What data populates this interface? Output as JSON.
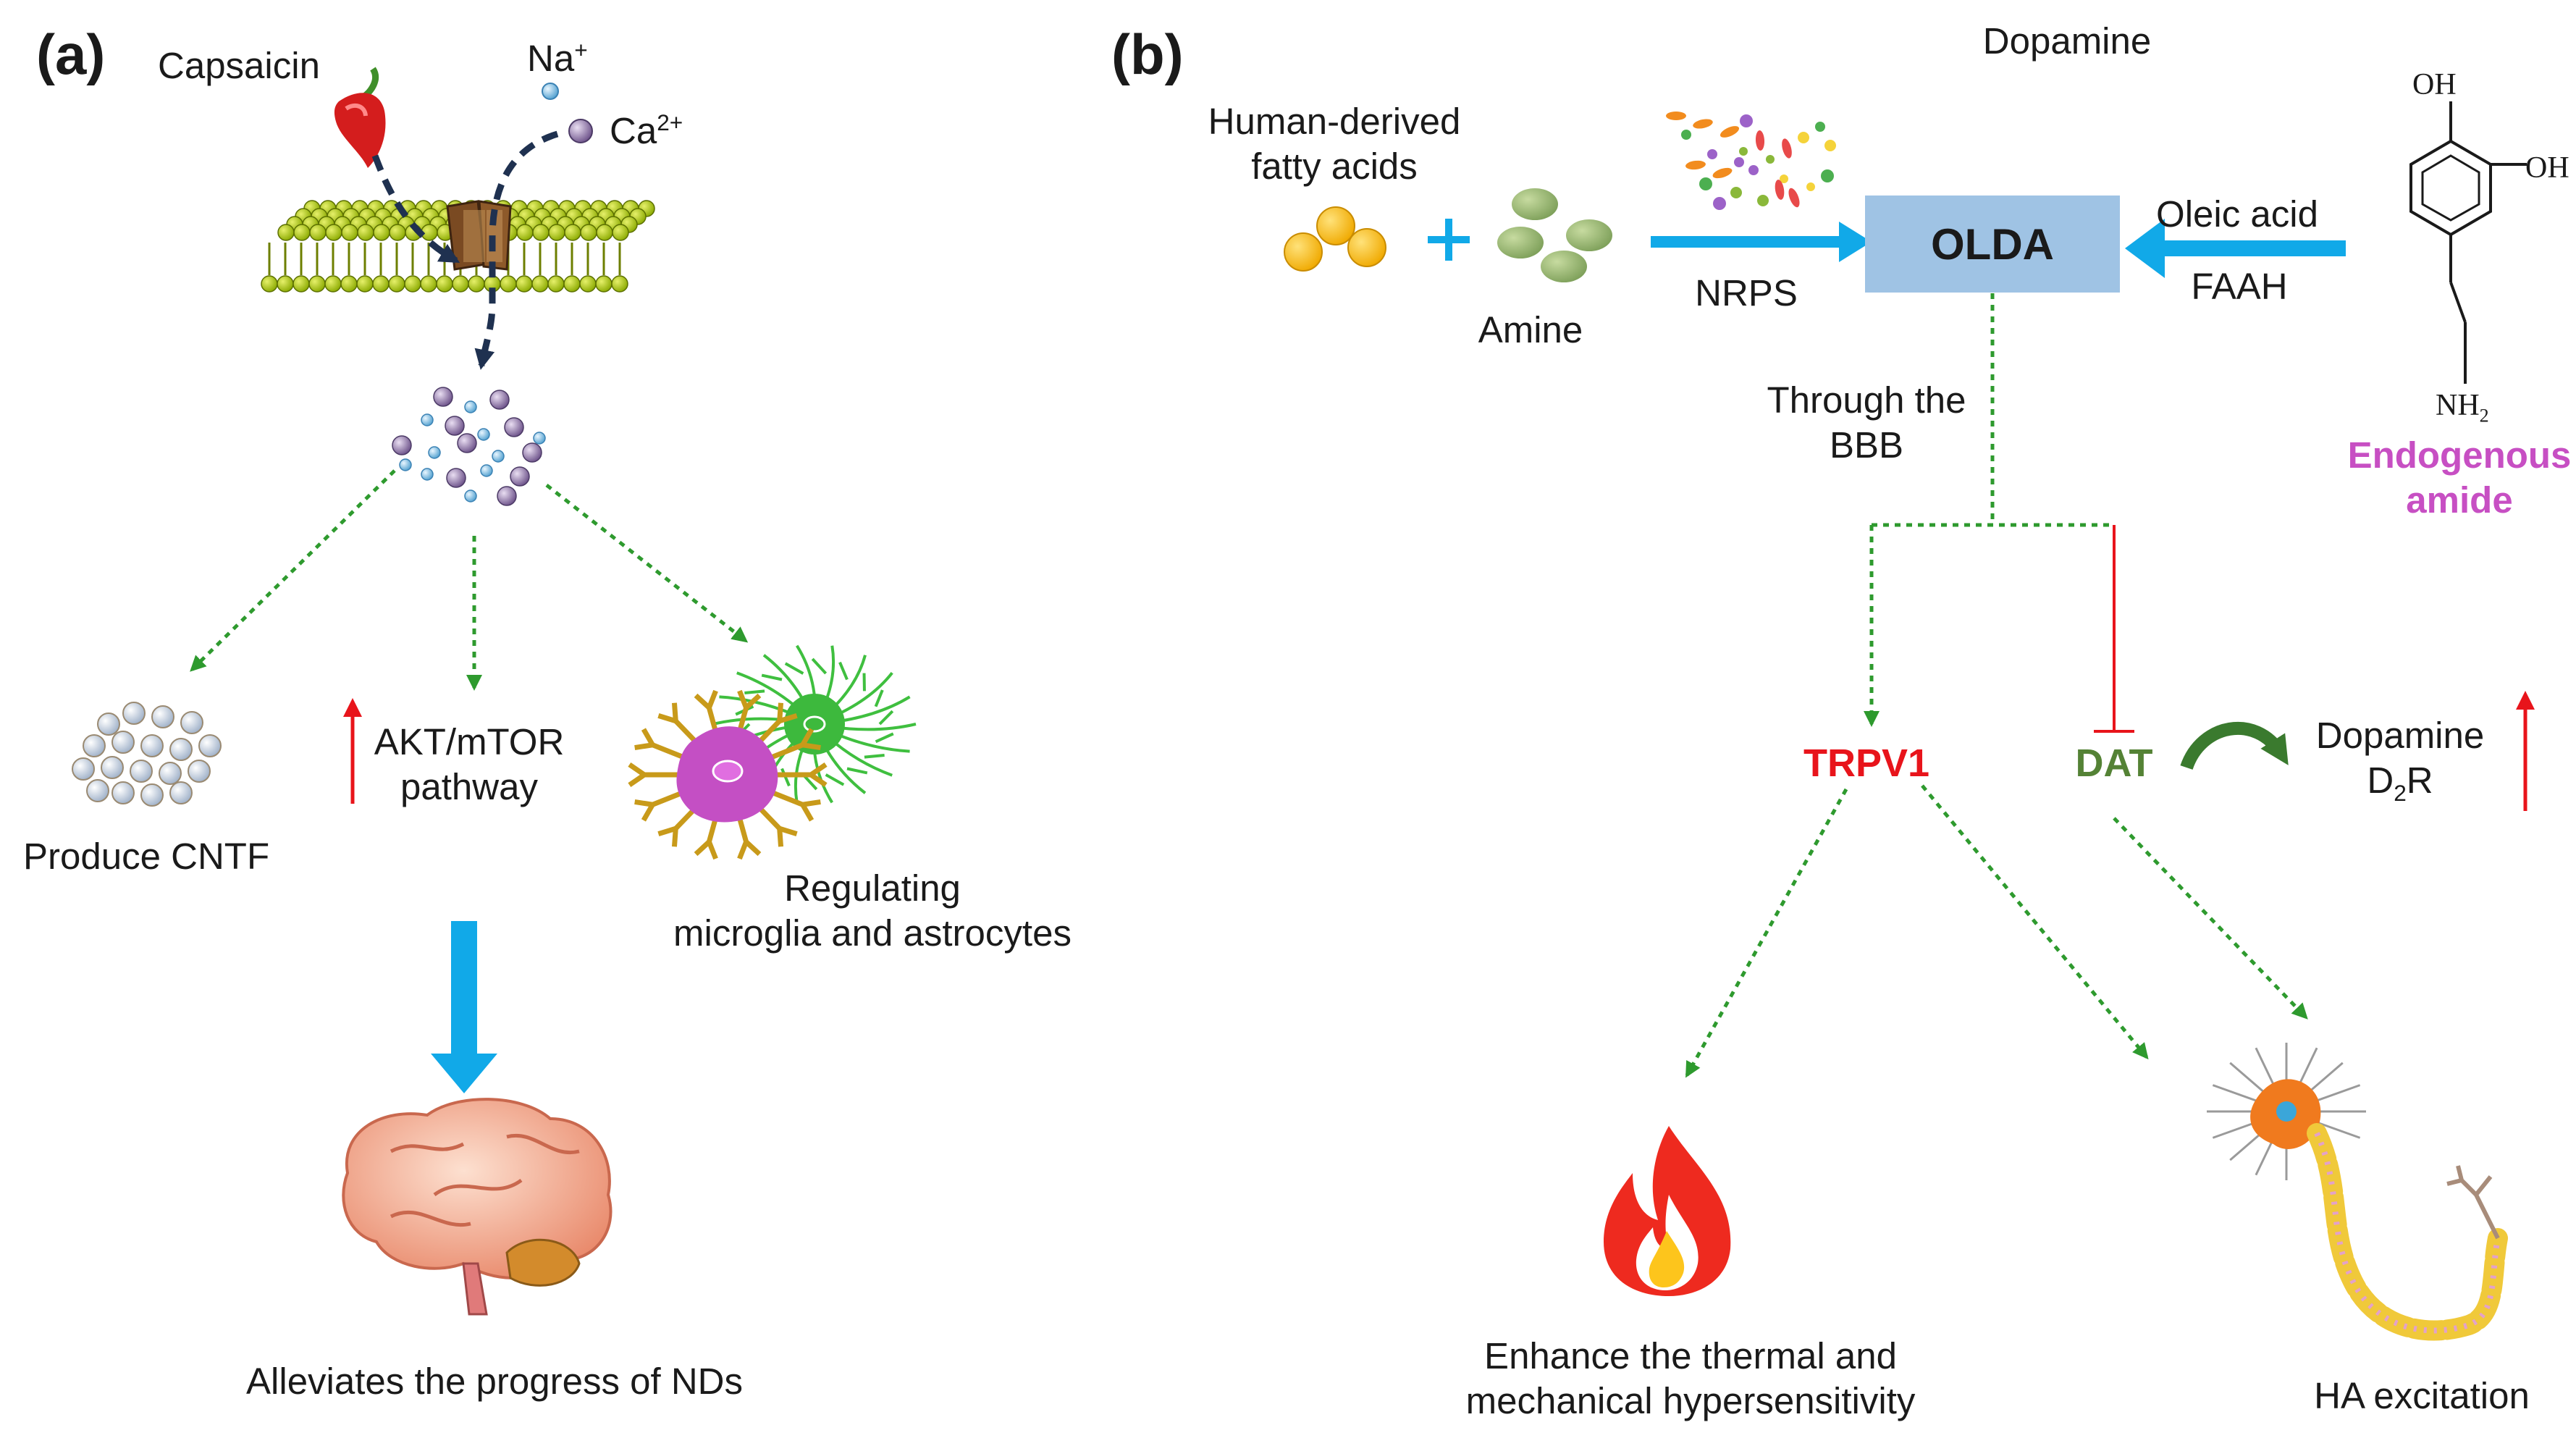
{
  "panels": {
    "a": {
      "label": "(a)",
      "capsaicin": "Capsaicin",
      "na": "Na",
      "na_sup": "+",
      "ca": "Ca",
      "ca_sup": "2+",
      "cntf": "Produce CNTF",
      "akt_line1": "AKT/mTOR",
      "akt_line2": "pathway",
      "glia_line1": "Regulating",
      "glia_line2": "microglia and astrocytes",
      "outcome": "Alleviates the progress of NDs"
    },
    "b": {
      "label": "(b)",
      "fatty_line1": "Human-derived",
      "fatty_line2": "fatty acids",
      "amine": "Amine",
      "nrps": "NRPS",
      "olda": "OLDA",
      "oleic": "Oleic acid",
      "faah": "FAAH",
      "dopamine_top": "Dopamine",
      "oh1": "OH",
      "oh2": "OH",
      "nh2": "NH",
      "nh2_sub": "2",
      "endo_line1": "Endogenous",
      "endo_line2": "amide",
      "bbb_line1": "Through  the",
      "bbb_line2": "BBB",
      "trpv1": "TRPV1",
      "dat": "DAT",
      "d2r_line1": "Dopamine",
      "d2r_line2_a": "D",
      "d2r_line2_sub": "2",
      "d2r_line2_b": "R",
      "thermal_line1": "Enhance the thermal and",
      "thermal_line2": "mechanical hypersensitivity",
      "ha": "HA excitation"
    }
  },
  "colors": {
    "trpv1": "#e8141b",
    "dat": "#548235",
    "endogenous": "#c74fc3",
    "olda_box": "#9fc3e4",
    "blue_arrow": "#11a9e8",
    "green_dotted": "#2e9a2e",
    "red_arrow": "#e8141b",
    "dark_dashed": "#1f3150"
  }
}
